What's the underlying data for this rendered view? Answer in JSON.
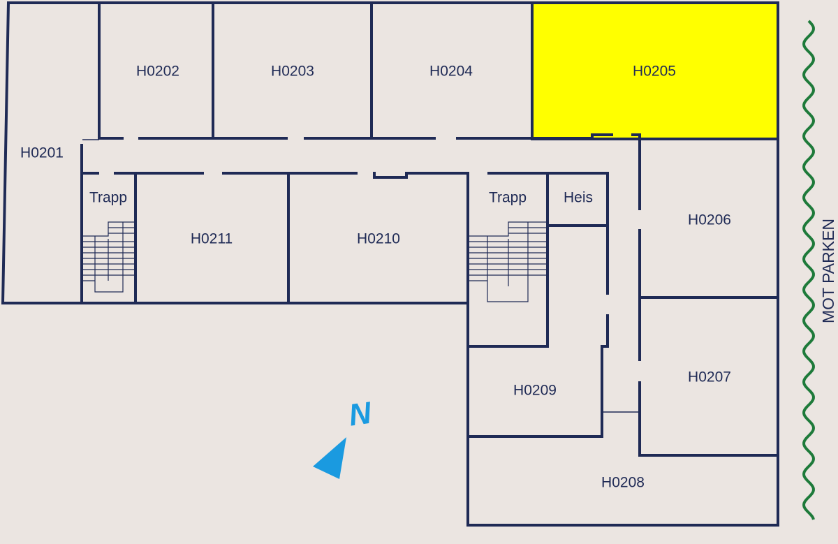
{
  "colors": {
    "background": "#ebe5e1",
    "wall": "#1f2a55",
    "highlight": "#ffff00",
    "north_arrow": "#1a9ae0",
    "park_border": "#1e7a3a"
  },
  "rooms": {
    "H0201": "H0201",
    "H0202": "H0202",
    "H0203": "H0203",
    "H0204": "H0204",
    "H0205": "H0205",
    "H0206": "H0206",
    "H0207": "H0207",
    "H0208": "H0208",
    "H0209": "H0209",
    "H0210": "H0210",
    "H0211": "H0211"
  },
  "highlighted_room": "H0205",
  "stairs": {
    "left": "Trapp",
    "right": "Trapp"
  },
  "elevator": "Heis",
  "side_label": "MOT PARKEN",
  "north_label": "N",
  "icons": {
    "north_arrow": "triangle-arrow-icon",
    "park_border": "wavy-line-icon"
  }
}
